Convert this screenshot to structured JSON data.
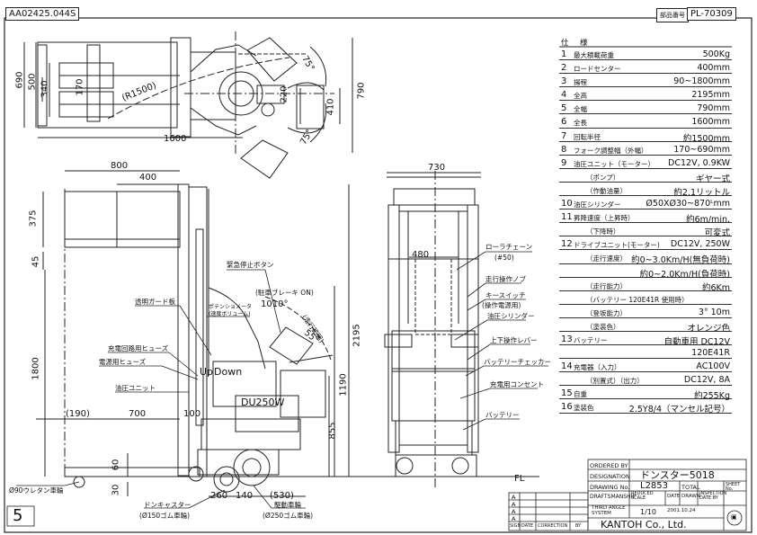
{
  "header": {
    "doc_id": "AA02425.044S",
    "part_no_label": "部品番号",
    "part_no": "PL-70309"
  },
  "sheet_index": "5",
  "top_view_dims": [
    "690",
    "500",
    "340",
    "170",
    "(R1500)",
    "1600",
    "75°",
    "75°",
    "220",
    "790",
    "410"
  ],
  "side_view_dims": [
    "800",
    "400",
    "375",
    "45",
    "1800",
    "(190)",
    "700",
    "100",
    "60",
    "30",
    "260",
    "140",
    "(530)",
    "855",
    "1190",
    "2195",
    "1010°",
    "55°",
    "(走行範囲)"
  ],
  "front_view_dims": [
    "730",
    "480"
  ],
  "callouts": {
    "emergency_stop": "緊急停止ボタン",
    "parking_brake": "(駐車ブレーキ ON)",
    "clear_guard": "透明ガード板",
    "potentiometer": "ポテンショメータ\n(速度ボリューム)",
    "charge_fuse": "充電回路用ヒューズ",
    "power_fuse": "電源用ヒューズ",
    "hydraulic_unit": "油圧ユニット",
    "up": "Up",
    "down": "Down",
    "model_mark": "DU250W",
    "urethane_wheel": "Ø90ウレタン車輪",
    "caster": "ドンキャスター",
    "caster_spec": "(Ø150ゴム車輪)",
    "drive_wheel": "駆動車輪",
    "drive_wheel_spec": "(Ø250ゴム車輪)",
    "roller_chain": "ローラチェーン",
    "roller_chain_spec": "(#50)",
    "travel_knob": "走行操作ノブ",
    "key_switch": "キースイッチ",
    "key_switch_spec": "(操作電源用)",
    "hydraulic_cyl": "油圧シリンダー",
    "updown_lever": "上下操作レバー",
    "battery_checker": "バッテリーチェッカー",
    "charge_outlet": "充電用コンセント",
    "battery": "バッテリー",
    "fl": "FL"
  },
  "spec_table": {
    "title": "仕　様",
    "rows": [
      {
        "num": "1",
        "label": "最大積載荷重",
        "value": "500Kg"
      },
      {
        "num": "2",
        "label": "ロードセンター",
        "value": "400mm"
      },
      {
        "num": "3",
        "label": "揚程",
        "value": "90~1800mm"
      },
      {
        "num": "4",
        "label": "全高",
        "value": "2195mm"
      },
      {
        "num": "5",
        "label": "全幅",
        "value": "790mm"
      },
      {
        "num": "6",
        "label": "全長",
        "value": "1600mm"
      },
      {
        "num": "7",
        "label": "回転半径",
        "value": "約1500mm"
      },
      {
        "num": "8",
        "label": "フォーク調整幅（外幅）",
        "value": "170~690mm"
      },
      {
        "num": "9",
        "label": "油圧ユニット（モーター）",
        "value": "DC12V, 0.9KW"
      },
      {
        "num": "",
        "label": "（ポンプ）",
        "value": "ギヤー式"
      },
      {
        "num": "",
        "label": "（作動油量）",
        "value": "約2.1リットル"
      },
      {
        "num": "10",
        "label": "油圧シリンダー",
        "value": "Ø50XØ30~870ᴸmm"
      },
      {
        "num": "11",
        "label": "昇降速度（上昇時）",
        "value": "約6m/min."
      },
      {
        "num": "",
        "label": "（下降時）",
        "value": "可変式"
      },
      {
        "num": "12",
        "label": "ドライブユニット(モーター)",
        "value": "DC12V, 250W"
      },
      {
        "num": "",
        "label": "（走行速度）",
        "value": "約0~3.0Km/H(無負荷時)"
      },
      {
        "num": "",
        "label": "",
        "value": "約0~2.0Km/H(負荷時)"
      },
      {
        "num": "",
        "label": "（走行能力）",
        "value": "約6Km"
      },
      {
        "num": "",
        "label": "（バッテリー 120E41R 使用時）",
        "value": ""
      },
      {
        "num": "",
        "label": "（登坂能力）",
        "value": "3° 10m"
      },
      {
        "num": "",
        "label": "（塗装色）",
        "value": "オレンジ色"
      },
      {
        "num": "13",
        "label": "バッテリー",
        "value": "自動車用 DC12V"
      },
      {
        "num": "",
        "label": "",
        "value": "120E41R"
      },
      {
        "num": "14",
        "label": "充電器（入力）",
        "value": "AC100V"
      },
      {
        "num": "",
        "label": "（別置式）（出力）",
        "value": "DC12V, 8A"
      },
      {
        "num": "15",
        "label": "自重",
        "value": "約255Kg"
      },
      {
        "num": "16",
        "label": "塗装色",
        "value": "2.5Y8/4（マンセル記号）"
      }
    ]
  },
  "title_block": {
    "ordered_by_label": "ORDERED BY",
    "ordered_by": "",
    "designation_label": "DESIGNATION",
    "designation": "ドンスター5018",
    "drawing_no_label": "DRAWING No.",
    "drawing_no": "L2853",
    "total_label": "TOTAL",
    "sheet_label": "SHEET No.",
    "draftsmanship_label": "DRAFTSMANSHIP",
    "reduced_scale_label": "REDUCED SCALE",
    "date_drawn_label": "DATE DRAWN",
    "inspection_label": "INSPECTION DATE BY",
    "projection_label": "THIRD ANGLE SYSTEM",
    "scale": "1/10",
    "date": "2001.10.24",
    "company": "KANTOH Co., Ltd.",
    "rev_marks": [
      "A",
      "A",
      "A",
      "A"
    ],
    "sign_label": "SIGN",
    "date_col_label": "DATE",
    "correction_label": "CORRECTION",
    "by_label": "BY"
  }
}
